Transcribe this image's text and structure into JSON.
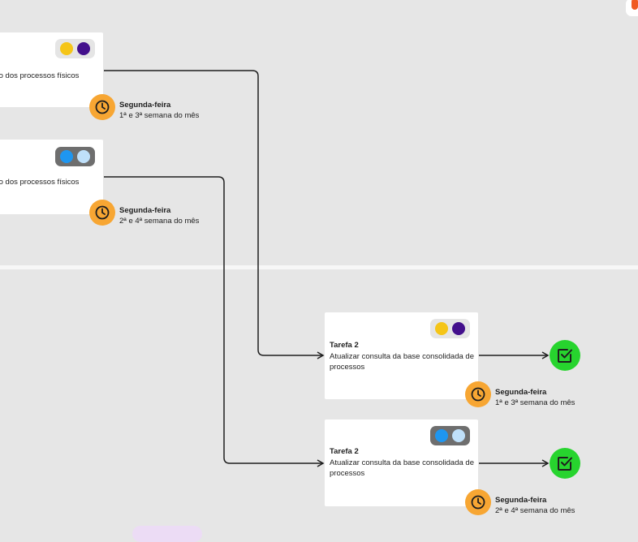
{
  "colors": {
    "background": "#e6e6e6",
    "clock_badge": "#f7a633",
    "done_badge": "#27d42e",
    "toggle_light_track": "#e5e5e5",
    "toggle_dark_track": "#6e6e6e",
    "yellow": "#f5c518",
    "purple": "#43108c",
    "blue": "#1e96f0",
    "light_blue": "#bfe0fa",
    "connector": "#1e1e1e"
  },
  "icons": {
    "clock": "clock-icon",
    "done": "checkbox-check-icon"
  },
  "left_cards": [
    {
      "text": "to dos processos físicos",
      "toggle": {
        "track": "#e5e5e5",
        "dots": [
          "#f5c518",
          "#43108c"
        ]
      },
      "schedule": {
        "day": "Segunda-feira",
        "weeks": "1ª e 3ª semana do mês"
      }
    },
    {
      "text": "to dos processos físicos",
      "toggle": {
        "track": "#6e6e6e",
        "dots": [
          "#1e96f0",
          "#bfe0fa"
        ]
      },
      "schedule": {
        "day": "Segunda-feira",
        "weeks": "2ª e 4ª semana do mês"
      }
    }
  ],
  "right_cards": [
    {
      "title": "Tarefa 2",
      "desc_line1": "Atualizar consulta da base consolidada de",
      "desc_line2": "processos",
      "toggle": {
        "track": "#e5e5e5",
        "dots": [
          "#f5c518",
          "#43108c"
        ]
      },
      "schedule": {
        "day": "Segunda-feira",
        "weeks": "1ª e 3ª semana do mês"
      }
    },
    {
      "title": "Tarefa 2",
      "desc_line1": "Atualizar consulta da base consolidada de",
      "desc_line2": "processos",
      "toggle": {
        "track": "#6e6e6e",
        "dots": [
          "#1e96f0",
          "#bfe0fa"
        ]
      },
      "schedule": {
        "day": "Segunda-feira",
        "weeks": "2ª e 4ª semana do mês"
      }
    }
  ]
}
